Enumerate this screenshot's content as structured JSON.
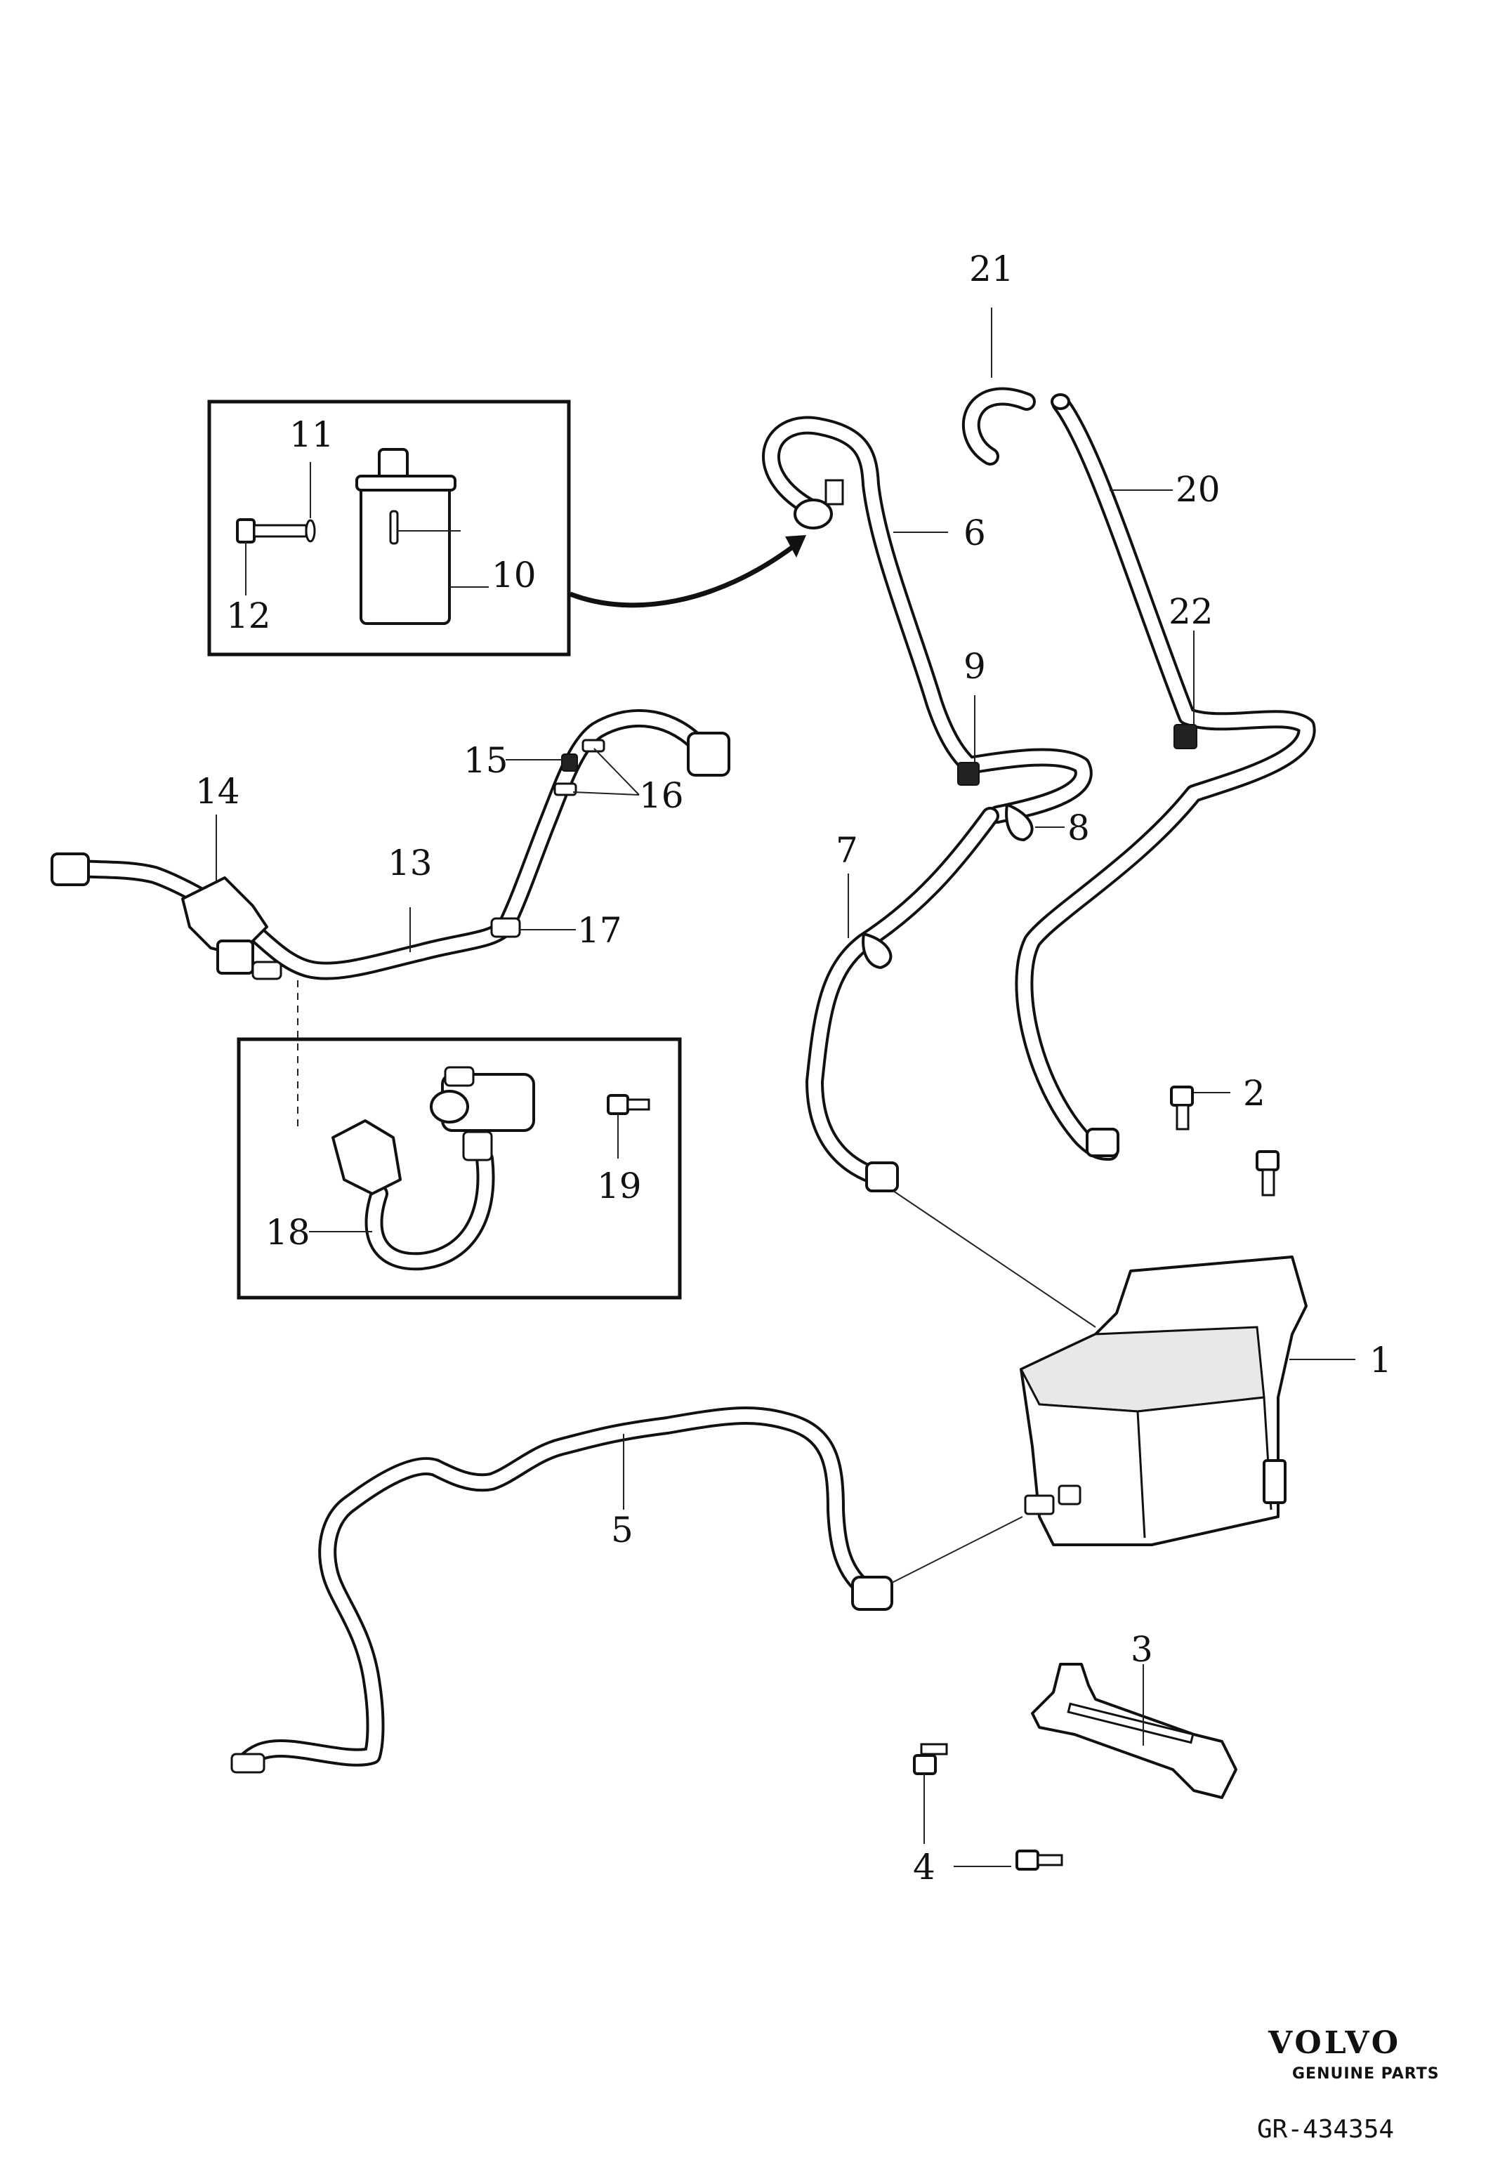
{
  "brand": {
    "logo_text": "VOLVO",
    "subtitle": "GENUINE PARTS"
  },
  "figure_ref": "GR-434354",
  "callouts": {
    "c1": "1",
    "c2": "2",
    "c3": "3",
    "c4": "4",
    "c5": "5",
    "c6": "6",
    "c7": "7",
    "c8": "8",
    "c9": "9",
    "c10": "10",
    "c11": "11",
    "c12": "12",
    "c13": "13",
    "c14": "14",
    "c15": "15",
    "c16": "16",
    "c17": "17",
    "c18": "18",
    "c19": "19",
    "c20": "20",
    "c21": "21",
    "c22": "22"
  }
}
